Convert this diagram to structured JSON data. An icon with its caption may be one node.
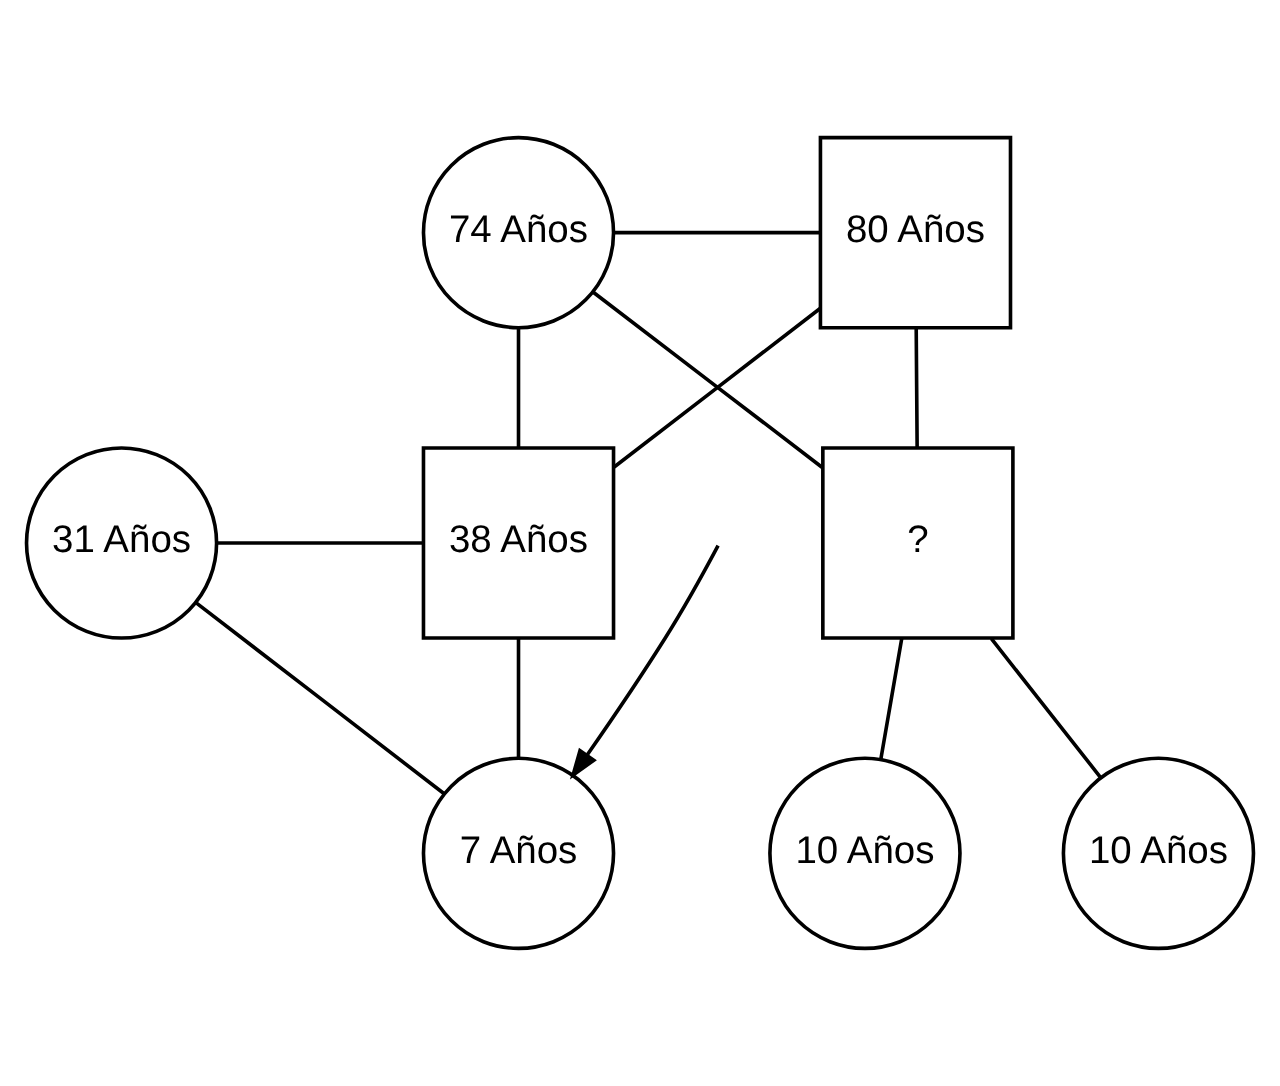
{
  "diagram": {
    "nodes": [
      {
        "text": [
          "74 Años"
        ]
      },
      {
        "text": [
          "80 Años"
        ]
      },
      {
        "text": [
          "31 Años"
        ]
      },
      {
        "text": [
          "38 Años"
        ]
      },
      {
        "text": [
          "?"
        ]
      },
      {
        "text": [
          "7 Años"
        ]
      },
      {
        "text": [
          "10 Años"
        ]
      },
      {
        "text": [
          "10 Años"
        ]
      }
    ],
    "edges": [
      {
        "from": 0,
        "to": 1,
        "arrow": "none"
      },
      {
        "from": 0,
        "to": 3,
        "arrow": "none"
      },
      {
        "from": 1,
        "to": 3,
        "arrow": "none"
      },
      {
        "from": 0,
        "to": 4,
        "arrow": "none"
      },
      {
        "from": 1,
        "to": 4,
        "arrow": "none"
      },
      {
        "from": 2,
        "to": 3,
        "arrow": "none"
      },
      {
        "from": 2,
        "to": 5,
        "arrow": "none"
      },
      {
        "from": 3,
        "to": 5,
        "arrow": "none"
      },
      {
        "from": 4,
        "to": 6,
        "arrow": "none"
      },
      {
        "from": 4,
        "to": 7,
        "arrow": "none"
      },
      {
        "from": null,
        "to": 5,
        "arrow": "to"
      }
    ]
  }
}
